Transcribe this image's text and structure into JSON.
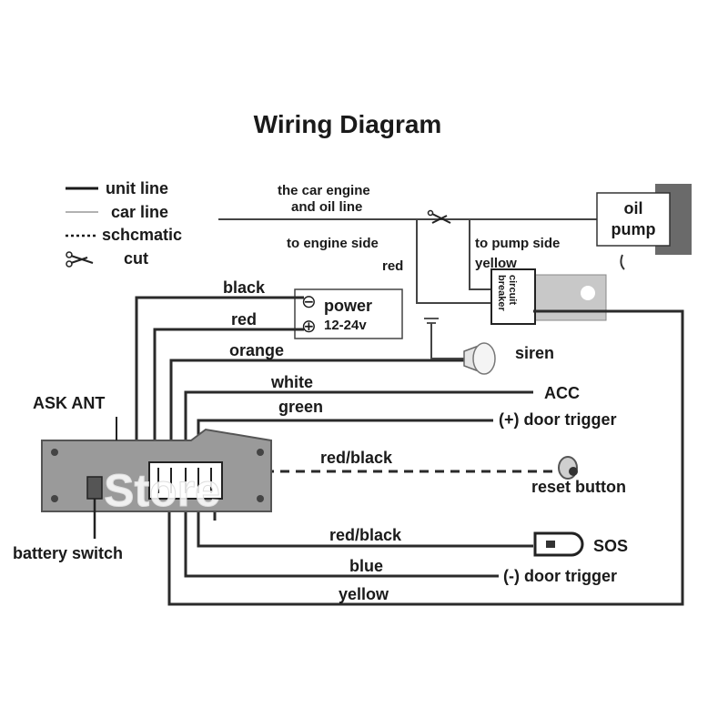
{
  "title": "Wiring Diagram",
  "legend": {
    "unit_line": "unit line",
    "car_line": "car line",
    "schematic": "schcmatic",
    "cut": "cut"
  },
  "top": {
    "engine_oil_line_1": "the car engine",
    "engine_oil_line_2": "and oil line",
    "to_engine_side": "to engine side",
    "to_pump_side": "to pump side",
    "red": "red",
    "yellow": "yellow",
    "oil_pump_1": "oil",
    "oil_pump_2": "pump",
    "circuit_breaker_1": "circuit",
    "circuit_breaker_2": "breaker"
  },
  "power": {
    "label": "power",
    "voltage": "12-24v",
    "minus": "⊖",
    "plus": "⊕"
  },
  "wires": {
    "black": "black",
    "red": "red",
    "orange": "orange",
    "white": "white",
    "green": "green",
    "red_black_1": "red/black",
    "red_black_2": "red/black",
    "blue": "blue",
    "yellow": "yellow"
  },
  "devices": {
    "siren": "siren",
    "acc": "ACC",
    "door_plus": "(+) door trigger",
    "reset": "reset button",
    "sos": "SOS",
    "door_minus": "(-) door trigger"
  },
  "unit": {
    "ask_ant": "ASK ANT",
    "battery_switch": "battery switch"
  },
  "watermark": "Store"
}
